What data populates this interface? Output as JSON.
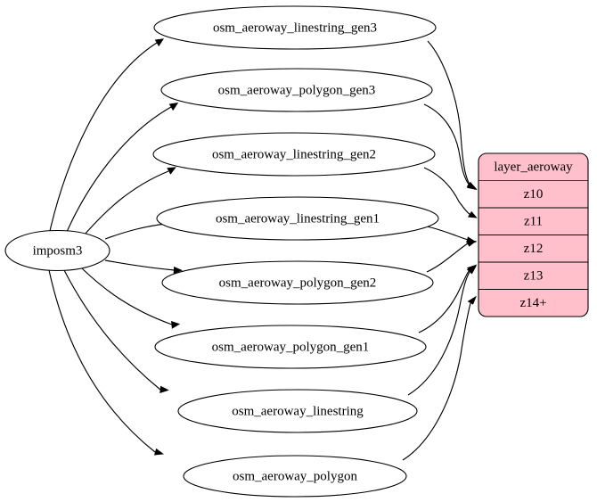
{
  "diagram": {
    "type": "directed-graph",
    "orientation": "left-to-right",
    "background_color": "#ffffff",
    "source_node": {
      "id": "imposm3",
      "label": "imposm3",
      "shape": "ellipse",
      "fill_color": "#ffffff",
      "border_color": "#000000"
    },
    "table_nodes": [
      {
        "id": "osm_aeroway_linestring_gen3",
        "label": "osm_aeroway_linestring_gen3",
        "shape": "ellipse",
        "fill_color": "#ffffff",
        "border_color": "#000000"
      },
      {
        "id": "osm_aeroway_polygon_gen3",
        "label": "osm_aeroway_polygon_gen3",
        "shape": "ellipse",
        "fill_color": "#ffffff",
        "border_color": "#000000"
      },
      {
        "id": "osm_aeroway_linestring_gen2",
        "label": "osm_aeroway_linestring_gen2",
        "shape": "ellipse",
        "fill_color": "#ffffff",
        "border_color": "#000000"
      },
      {
        "id": "osm_aeroway_linestring_gen1",
        "label": "osm_aeroway_linestring_gen1",
        "shape": "ellipse",
        "fill_color": "#ffffff",
        "border_color": "#000000"
      },
      {
        "id": "osm_aeroway_polygon_gen2",
        "label": "osm_aeroway_polygon_gen2",
        "shape": "ellipse",
        "fill_color": "#ffffff",
        "border_color": "#000000"
      },
      {
        "id": "osm_aeroway_polygon_gen1",
        "label": "osm_aeroway_polygon_gen1",
        "shape": "ellipse",
        "fill_color": "#ffffff",
        "border_color": "#000000"
      },
      {
        "id": "osm_aeroway_linestring",
        "label": "osm_aeroway_linestring",
        "shape": "ellipse",
        "fill_color": "#ffffff",
        "border_color": "#000000"
      },
      {
        "id": "osm_aeroway_polygon",
        "label": "osm_aeroway_polygon",
        "shape": "ellipse",
        "fill_color": "#ffffff",
        "border_color": "#000000"
      }
    ],
    "layer_node": {
      "id": "layer_aeroway",
      "header": "layer_aeroway",
      "shape": "record-rounded",
      "fill_color": "#ffc0cb",
      "border_color": "#000000",
      "divider_color": "#5a3038",
      "rows": [
        {
          "label": "z10"
        },
        {
          "label": "z11"
        },
        {
          "label": "z12"
        },
        {
          "label": "z13"
        },
        {
          "label": "z14+"
        }
      ]
    },
    "edges_from_source": [
      {
        "from": "imposm3",
        "to": "osm_aeroway_linestring_gen3"
      },
      {
        "from": "imposm3",
        "to": "osm_aeroway_polygon_gen3"
      },
      {
        "from": "imposm3",
        "to": "osm_aeroway_linestring_gen2"
      },
      {
        "from": "imposm3",
        "to": "osm_aeroway_linestring_gen1"
      },
      {
        "from": "imposm3",
        "to": "osm_aeroway_polygon_gen2"
      },
      {
        "from": "imposm3",
        "to": "osm_aeroway_polygon_gen1"
      },
      {
        "from": "imposm3",
        "to": "osm_aeroway_linestring"
      },
      {
        "from": "imposm3",
        "to": "osm_aeroway_polygon"
      }
    ],
    "edges_to_layer": [
      {
        "from": "osm_aeroway_linestring_gen3",
        "to": "layer_aeroway",
        "row": "z10"
      },
      {
        "from": "osm_aeroway_polygon_gen3",
        "to": "layer_aeroway",
        "row": "z10"
      },
      {
        "from": "osm_aeroway_linestring_gen2",
        "to": "layer_aeroway",
        "row": "z11"
      },
      {
        "from": "osm_aeroway_linestring_gen1",
        "to": "layer_aeroway",
        "row": "z12"
      },
      {
        "from": "osm_aeroway_polygon_gen2",
        "to": "layer_aeroway",
        "row": "z12"
      },
      {
        "from": "osm_aeroway_polygon_gen1",
        "to": "layer_aeroway",
        "row": "z13"
      },
      {
        "from": "osm_aeroway_linestring",
        "to": "layer_aeroway",
        "row": "z13"
      },
      {
        "from": "osm_aeroway_polygon",
        "to": "layer_aeroway",
        "row": "z14+"
      }
    ]
  }
}
